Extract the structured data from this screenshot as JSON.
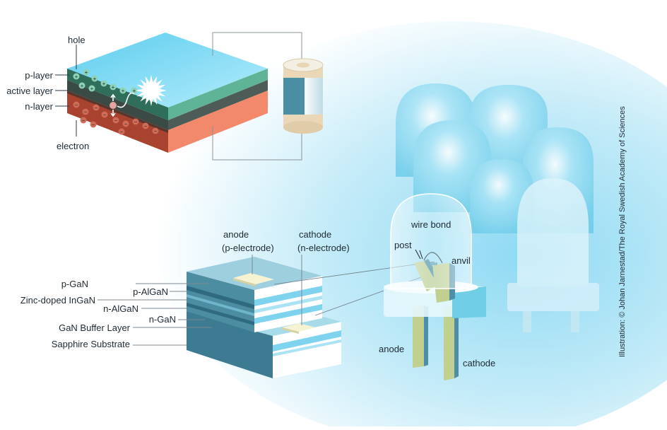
{
  "panel_a": {
    "labels": {
      "hole": "hole",
      "p_layer": "p-layer",
      "active_layer": "active layer",
      "n_layer": "n-layer",
      "electron": "electron"
    },
    "plus_sign": "+",
    "minus_sign": "−"
  },
  "panel_b": {
    "layers": {
      "p_gan": "p-GaN",
      "p_algan": "p-AlGaN",
      "zinc_ingan": "Zinc-doped InGaN",
      "n_algan": "n-AlGaN",
      "n_gan": "n-GaN",
      "gan_buffer": "GaN Buffer Layer",
      "sapphire": "Sapphire Substrate"
    },
    "anode_line1": "anode",
    "anode_line2": "(p-electrode)",
    "cathode_line1": "cathode",
    "cathode_line2": "(n-electrode)"
  },
  "panel_c": {
    "wire_bond": "wire bond",
    "post": "post",
    "anvil": "anvil",
    "anode": "anode",
    "cathode": "cathode"
  },
  "credit": "Illustration: © Johan Jarnestad/The Royal Swedish Academy of Sciences",
  "colors": {
    "glow": "#bfe9f8",
    "surface_top": "#7fd6ef",
    "p_layer": "#3f8b72",
    "active_layer": "#3a4a45",
    "n_layer": "#c2533f",
    "n_layer_right": "#f28a6a",
    "substrate": "#3f7d93",
    "led_dome": "#bde9f6"
  }
}
